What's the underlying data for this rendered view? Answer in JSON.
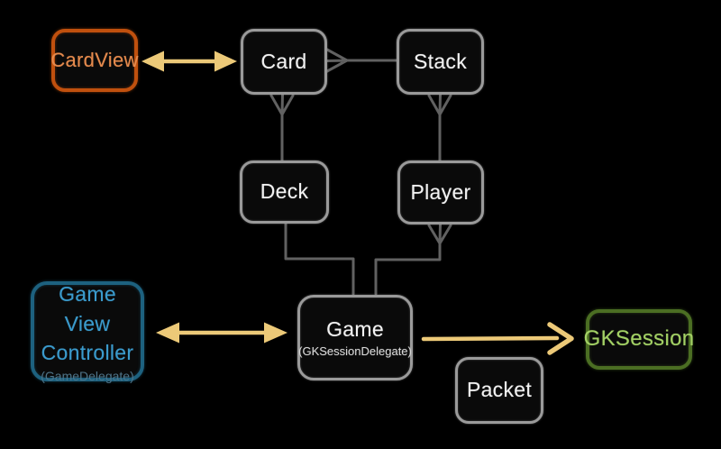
{
  "colors": {
    "background": "#000000",
    "box_fill": "#0a0a0a",
    "gray_border": "#9a9a9a",
    "gray_line": "#616161",
    "arrow_yellow": "#ecc978",
    "orange_border": "#c0500e",
    "orange_text": "#e58a4d",
    "blue_border": "#1d617f",
    "blue_text": "#3b9bcd",
    "blue_subtext": "#4e7489",
    "green_border": "#4b6e23",
    "green_text": "#a3d165",
    "white_text": "#f2f2f2",
    "sub_text": "#d8d8d8"
  },
  "nodes": {
    "cardview": {
      "label": "CardView"
    },
    "card": {
      "label": "Card"
    },
    "stack": {
      "label": "Stack"
    },
    "deck": {
      "label": "Deck"
    },
    "player": {
      "label": "Player"
    },
    "game": {
      "label": "Game",
      "sublabel": "(GKSessionDelegate)"
    },
    "game_view_controller": {
      "lines": [
        "Game",
        "View",
        "Controller"
      ],
      "sublabel": "(GameDelegate)"
    },
    "gksession": {
      "label": "GKSession"
    },
    "packet": {
      "label": "Packet"
    }
  },
  "edges": [
    {
      "from": "CardView",
      "to": "Card",
      "type": "double-headed-arrow",
      "color": "yellow"
    },
    {
      "from": "Stack",
      "to": "Card",
      "type": "one-to-many",
      "many_end": "Card",
      "notation": "crow-foot"
    },
    {
      "from": "Deck",
      "to": "Card",
      "type": "one-to-many",
      "many_end": "Card",
      "notation": "crow-foot"
    },
    {
      "from": "Player",
      "to": "Stack",
      "type": "one-to-many",
      "many_end": "Stack",
      "notation": "crow-foot"
    },
    {
      "from": "Game",
      "to": "Player",
      "type": "one-to-many",
      "many_end": "Player",
      "notation": "crow-foot"
    },
    {
      "from": "Game",
      "to": "Deck",
      "type": "plain-elbow"
    },
    {
      "from": "Game View Controller",
      "to": "Game",
      "type": "double-headed-arrow",
      "color": "yellow"
    },
    {
      "from": "Game",
      "to": "GKSession",
      "type": "single-arrow",
      "color": "yellow"
    }
  ]
}
